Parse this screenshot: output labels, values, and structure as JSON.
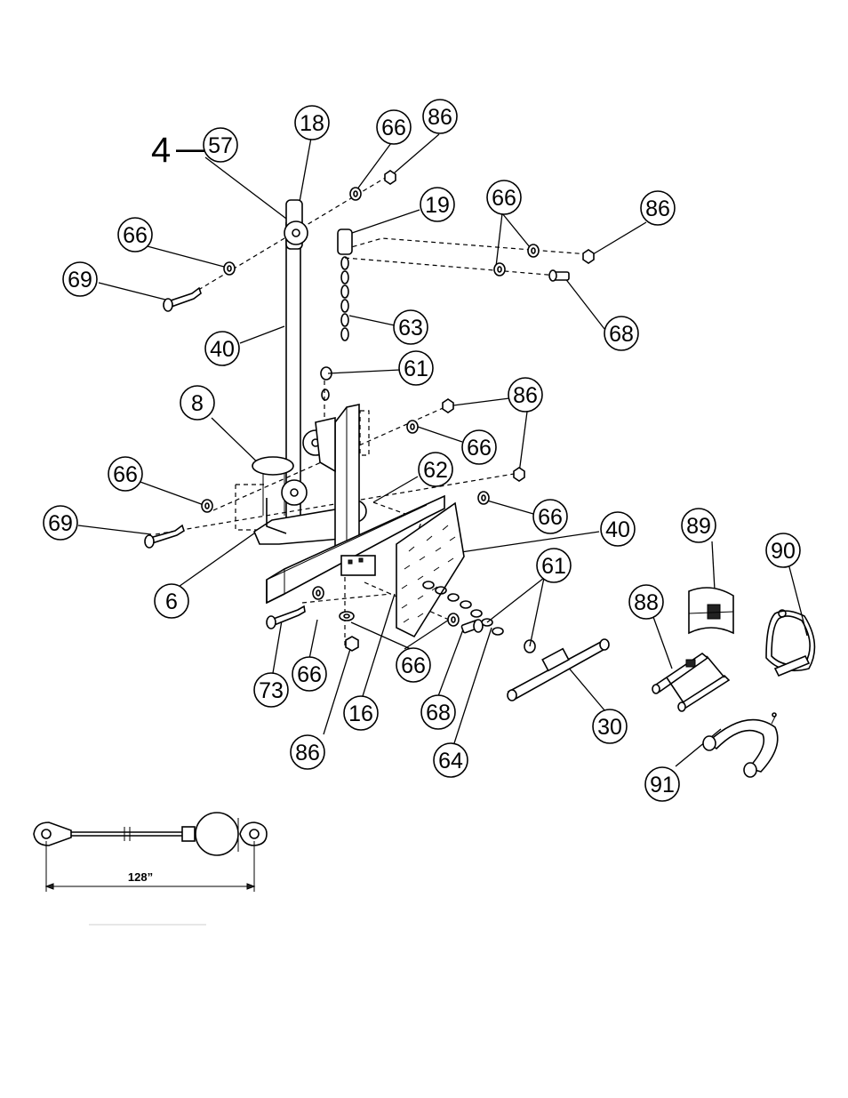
{
  "qty_prefix": "4",
  "qty_dash": "—",
  "callouts": [
    {
      "label": "57"
    },
    {
      "label": "18"
    },
    {
      "label": "66"
    },
    {
      "label": "86"
    },
    {
      "label": "66"
    },
    {
      "label": "19"
    },
    {
      "label": "66"
    },
    {
      "label": "86"
    },
    {
      "label": "69"
    },
    {
      "label": "40"
    },
    {
      "label": "63"
    },
    {
      "label": "68"
    },
    {
      "label": "61"
    },
    {
      "label": "8"
    },
    {
      "label": "86"
    },
    {
      "label": "66"
    },
    {
      "label": "66"
    },
    {
      "label": "62"
    },
    {
      "label": "66"
    },
    {
      "label": "69"
    },
    {
      "label": "40"
    },
    {
      "label": "6"
    },
    {
      "label": "61"
    },
    {
      "label": "89"
    },
    {
      "label": "90"
    },
    {
      "label": "88"
    },
    {
      "label": "73"
    },
    {
      "label": "66"
    },
    {
      "label": "66"
    },
    {
      "label": "16"
    },
    {
      "label": "68"
    },
    {
      "label": "86"
    },
    {
      "label": "64"
    },
    {
      "label": "30"
    },
    {
      "label": "91"
    }
  ],
  "cable_length": "128”"
}
